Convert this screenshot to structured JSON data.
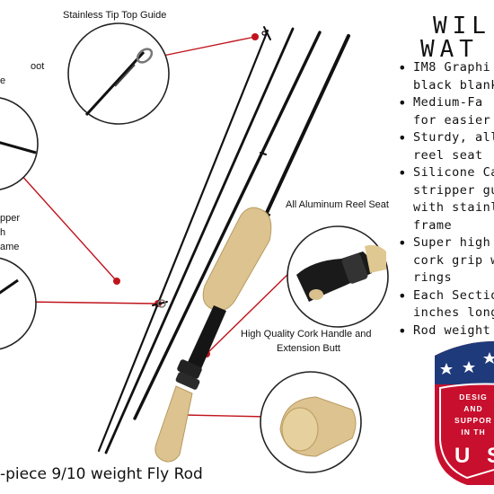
{
  "labels": {
    "tip_top_guide": "Stainless Tip Top Guide",
    "ferrule_partial_1": "oot",
    "ferrule_partial_2": "e",
    "stripper_partial_1": "pper",
    "stripper_partial_2": "h",
    "stripper_partial_3": "ame",
    "reel_seat": "All Aluminum Reel Seat",
    "cork_handle_line1": "High Quality Cork Handle and",
    "cork_handle_line2": "Extension Butt"
  },
  "brand": {
    "line1": "WIL",
    "line2": "WAT"
  },
  "features": [
    [
      "IM8 Graphi",
      "black blank"
    ],
    [
      "Medium-Fa",
      "for easier c"
    ],
    [
      "Sturdy, all-",
      "reel seat"
    ],
    [
      "Silicone Ca",
      "stripper gu",
      "with stainle",
      "frame"
    ],
    [
      "Super high",
      "cork grip w",
      "rings"
    ],
    [
      "Each Sectio",
      "inches long"
    ],
    [
      "Rod weight"
    ]
  ],
  "badge": {
    "line1": "DESIG",
    "line2": "AND",
    "line3": "SUPPOR",
    "line4": "IN TH",
    "line5": "U S"
  },
  "caption": "-piece 9/10 weight Fly Rod",
  "colors": {
    "leader_line": "#c0141c",
    "rod": "#111111",
    "cork": "#d9c08c",
    "badge_red": "#c8102e",
    "badge_blue": "#1f3a7a"
  }
}
